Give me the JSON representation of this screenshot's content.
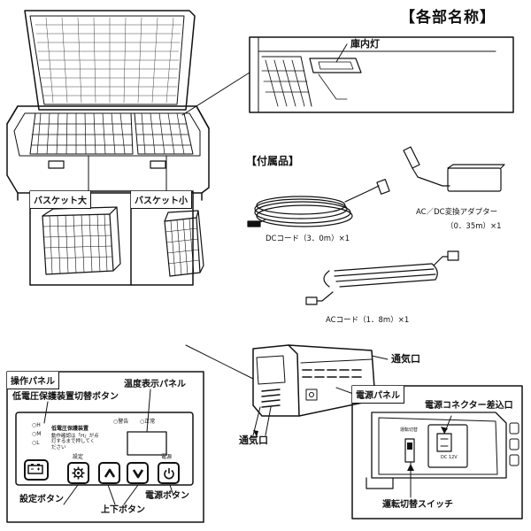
{
  "title": "【各部名称】",
  "lamp_label": "庫内灯",
  "basket_large_label": "バスケット大",
  "basket_small_label": "バスケット小",
  "accessories_title": "【付属品】",
  "dc_cord_label": "DCコード（3．0m）×1",
  "adapter_label_line1": "AC／DC変換アダプター",
  "adapter_label_line2": "（0．35m）×1",
  "ac_cord_label": "ACコード（1．8m）×1",
  "vent_label_top": "通気口",
  "vent_label_bottom": "通気口",
  "operation_panel": {
    "title": "操作パネル",
    "low_voltage_button_label": "低電圧保護装置切替ボタン",
    "temp_panel_label": "温度表示パネル",
    "indicator_h": "H",
    "indicator_m": "M",
    "indicator_l": "L",
    "panel_low_voltage_text": "低電圧保護装置",
    "panel_fine_text": "動作確認は「H」が点灯するまで押してください",
    "warning_text": "警告",
    "normal_text": "正常",
    "settings_text": "設定",
    "power_text": "電源",
    "settings_button_label": "設定ボタン",
    "updown_button_label": "上下ボタン",
    "power_button_label": "電源ボタン"
  },
  "power_panel": {
    "title": "電源パネル",
    "connector_label": "電源コネクター差込口",
    "switch_label": "運転切替スイッチ",
    "switch_text_top": "運転切替",
    "connector_text": "DC 12V"
  },
  "icons": {
    "battery": "battery-icon",
    "gear": "gear-icon",
    "up": "chevron-up-icon",
    "down": "chevron-down-icon",
    "power": "power-icon"
  }
}
